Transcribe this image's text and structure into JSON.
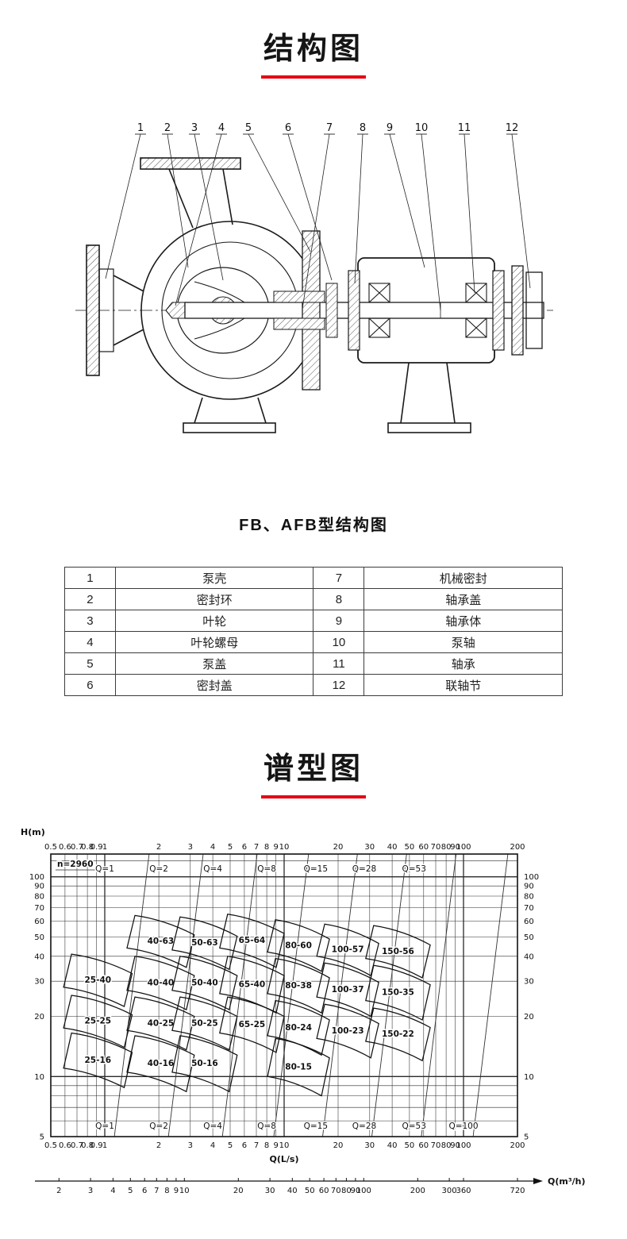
{
  "theme": {
    "accent": "#e60012"
  },
  "sections": {
    "structure": {
      "title": "结构图"
    },
    "spectrum": {
      "title": "谱型图"
    }
  },
  "diagram": {
    "caption": "FB、AFB型结构图",
    "callouts": [
      "1",
      "2",
      "3",
      "4",
      "5",
      "6",
      "7",
      "8",
      "9",
      "10",
      "11",
      "12"
    ],
    "parts": {
      "rows": [
        [
          "1",
          "泵壳",
          "7",
          "机械密封"
        ],
        [
          "2",
          "密封环",
          "8",
          "轴承盖"
        ],
        [
          "3",
          "叶轮",
          "9",
          "轴承体"
        ],
        [
          "4",
          "叶轮螺母",
          "10",
          "泵轴"
        ],
        [
          "5",
          "泵盖",
          "11",
          "轴承"
        ],
        [
          "6",
          "密封盖",
          "12",
          "联轴节"
        ]
      ]
    }
  },
  "chart_data": {
    "type": "area",
    "title": "谱型图",
    "speed_label": "n=2960",
    "y_axis": {
      "label": "H(m)",
      "range": [
        5,
        130
      ],
      "ticks": [
        100,
        90,
        80,
        70,
        60,
        50,
        40,
        30,
        20,
        10,
        5
      ]
    },
    "x_axis_ls": {
      "label": "Q(L/s)",
      "range": [
        0.5,
        200
      ],
      "ticks": [
        0.5,
        0.6,
        0.7,
        0.8,
        0.9,
        1,
        2,
        3,
        4,
        5,
        6,
        7,
        8,
        9,
        10,
        20,
        30,
        40,
        50,
        60,
        70,
        80,
        90,
        100,
        200
      ]
    },
    "x_axis_m3h": {
      "label": "Q(m³/h)",
      "ticks": [
        2,
        3,
        4,
        5,
        6,
        7,
        8,
        9,
        10,
        20,
        30,
        40,
        50,
        60,
        70,
        80,
        90,
        100,
        200,
        300,
        360,
        720
      ]
    },
    "zone_labels_top": [
      {
        "label": "Q=1",
        "q": 1
      },
      {
        "label": "Q=2",
        "q": 2
      },
      {
        "label": "Q=4",
        "q": 4
      },
      {
        "label": "Q=8",
        "q": 8
      },
      {
        "label": "Q=15",
        "q": 15
      },
      {
        "label": "Q=28",
        "q": 28
      },
      {
        "label": "Q=53",
        "q": 53
      }
    ],
    "zone_labels_bottom": [
      {
        "label": "Q=1",
        "q": 1
      },
      {
        "label": "Q=2",
        "q": 2
      },
      {
        "label": "Q=4",
        "q": 4
      },
      {
        "label": "Q=8",
        "q": 8
      },
      {
        "label": "Q=15",
        "q": 15
      },
      {
        "label": "Q=28",
        "q": 28
      },
      {
        "label": "Q=53",
        "q": 53
      },
      {
        "label": "Q=100",
        "q": 100
      }
    ],
    "regions": [
      {
        "label": "40-63",
        "q": [
          1.4,
          3.0
        ],
        "h": [
          44,
          64
        ]
      },
      {
        "label": "50-63",
        "q": [
          2.5,
          5.2
        ],
        "h": [
          43,
          63
        ]
      },
      {
        "label": "65-64",
        "q": [
          4.6,
          9.5
        ],
        "h": [
          44,
          65
        ]
      },
      {
        "label": "80-60",
        "q": [
          8.5,
          17
        ],
        "h": [
          42,
          61
        ]
      },
      {
        "label": "100-57",
        "q": [
          16,
          32
        ],
        "h": [
          40,
          58
        ]
      },
      {
        "label": "150-56",
        "q": [
          30,
          62
        ],
        "h": [
          39,
          57
        ]
      },
      {
        "label": "25-40",
        "q": [
          0.62,
          1.35
        ],
        "h": [
          28,
          41
        ]
      },
      {
        "label": "40-40",
        "q": [
          1.4,
          3.0
        ],
        "h": [
          27,
          40
        ]
      },
      {
        "label": "50-40",
        "q": [
          2.5,
          5.2
        ],
        "h": [
          27,
          40
        ]
      },
      {
        "label": "65-40",
        "q": [
          4.6,
          9.5
        ],
        "h": [
          26,
          40
        ]
      },
      {
        "label": "80-38",
        "q": [
          8.5,
          17
        ],
        "h": [
          26,
          39
        ]
      },
      {
        "label": "100-37",
        "q": [
          16,
          32
        ],
        "h": [
          25,
          37
        ]
      },
      {
        "label": "150-35",
        "q": [
          30,
          62
        ],
        "h": [
          24,
          36
        ]
      },
      {
        "label": "25-25",
        "q": [
          0.62,
          1.35
        ],
        "h": [
          17.5,
          25.5
        ]
      },
      {
        "label": "40-25",
        "q": [
          1.4,
          3.0
        ],
        "h": [
          17,
          25
        ]
      },
      {
        "label": "50-25",
        "q": [
          2.5,
          5.2
        ],
        "h": [
          17,
          25
        ]
      },
      {
        "label": "65-25",
        "q": [
          4.6,
          9.5
        ],
        "h": [
          16.5,
          25
        ]
      },
      {
        "label": "80-24",
        "q": [
          8.5,
          17
        ],
        "h": [
          16,
          24
        ]
      },
      {
        "label": "100-23",
        "q": [
          16,
          32
        ],
        "h": [
          15.5,
          23
        ]
      },
      {
        "label": "150-22",
        "q": [
          30,
          62
        ],
        "h": [
          15,
          22
        ]
      },
      {
        "label": "25-16",
        "q": [
          0.62,
          1.35
        ],
        "h": [
          11,
          16.5
        ]
      },
      {
        "label": "40-16",
        "q": [
          1.4,
          3.0
        ],
        "h": [
          10.5,
          16
        ]
      },
      {
        "label": "50-16",
        "q": [
          2.5,
          5.2
        ],
        "h": [
          10.5,
          16
        ]
      },
      {
        "label": "80-15",
        "q": [
          8.5,
          17
        ],
        "h": [
          10,
          15.5
        ]
      }
    ],
    "grid": true,
    "legend": "none"
  }
}
